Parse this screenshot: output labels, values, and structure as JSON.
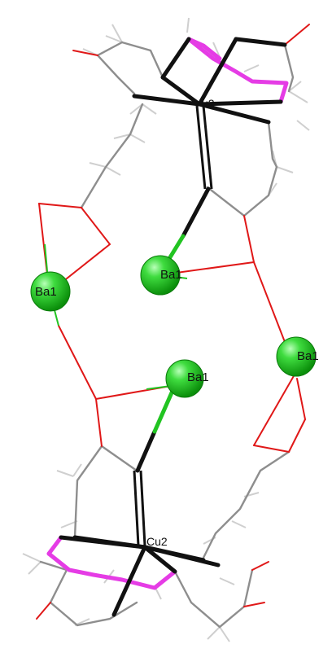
{
  "labels": {
    "ba_left": "Ba1",
    "ba_center_top": "Ba1",
    "ba_center_bottom": "Ba1",
    "ba_right": "Ba1",
    "cu_top": "u2",
    "cu_bottom": "Cu2"
  },
  "colors": {
    "barium": "#22c422",
    "copper_bond": "#000000",
    "oxygen_bond": "#e01818",
    "nitrogen_bond": "#e040e0",
    "carbon_bond": "#9a9a9a",
    "hydrogen_bond": "#c8c8c8"
  }
}
